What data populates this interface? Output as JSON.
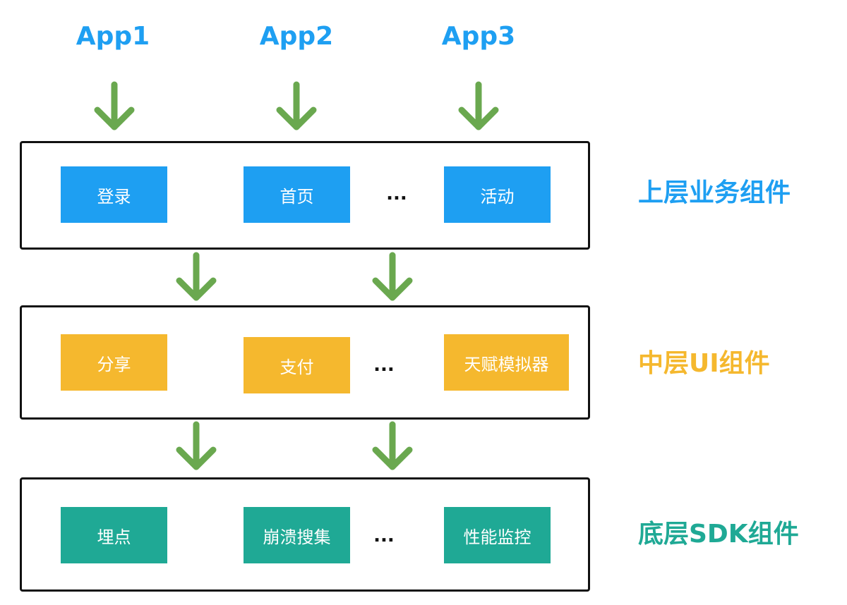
{
  "apps": [
    {
      "label": "App1"
    },
    {
      "label": "App2"
    },
    {
      "label": "App3"
    }
  ],
  "ellipsis": "...",
  "layers": [
    {
      "name": "上层业务组件",
      "color": "#1e9ff2",
      "items": [
        "登录",
        "首页",
        "活动"
      ]
    },
    {
      "name": "中层UI组件",
      "color": "#f5b82e",
      "items": [
        "分享",
        "支付",
        "天赋模拟器"
      ]
    },
    {
      "name": "底层SDK组件",
      "color": "#1fa995",
      "items": [
        "埋点",
        "崩溃搜集",
        "性能监控"
      ]
    }
  ],
  "arrow_color": "#6aa84f"
}
